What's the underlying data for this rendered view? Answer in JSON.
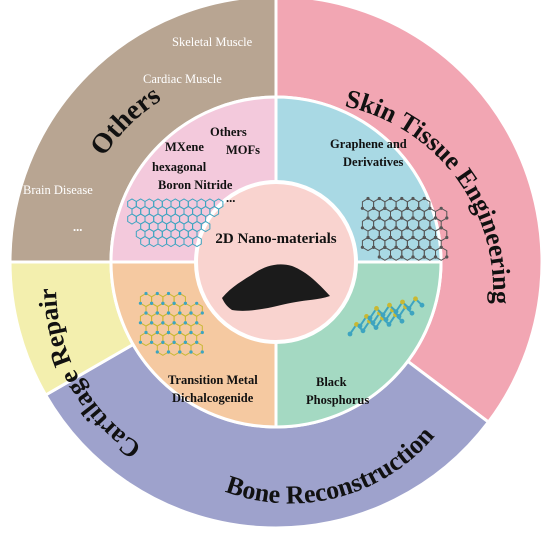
{
  "center": {
    "title": "2D Nano-materials"
  },
  "outer": {
    "skin": {
      "label": "Skin Tissue Engineering",
      "color": "#f2a6b3"
    },
    "bone": {
      "label": "Bone Reconstruction",
      "color": "#9ea2cc"
    },
    "cartilage": {
      "label": "Cartilage Repair",
      "color": "#f3efae"
    },
    "others": {
      "label": "Others",
      "color": "#b8a592",
      "items": [
        "Skeletal Muscle",
        "Cardiac Muscle",
        "Brain Disease",
        "..."
      ]
    }
  },
  "inner": {
    "graphene": {
      "line1": "Graphene and",
      "line2": "Derivatives",
      "color": "#a9d9e4"
    },
    "phosphorus": {
      "line1": "Black",
      "line2": "Phosphorus",
      "color": "#a4d9c2"
    },
    "tmd": {
      "line1": "Transition Metal",
      "line2": "Dichalcogenide",
      "color": "#f5c9a1"
    },
    "others": {
      "title": "Others",
      "mxene": "MXene",
      "mofs": "MOFs",
      "bn_line1": "hexagonal",
      "bn_line2": "Boron Nitride",
      "ellipsis": "..."
    }
  },
  "colors": {
    "inner_others": "#f3c9dc",
    "center": "#f9d3cf",
    "nanosheet": "#1b1b1b",
    "lattice_blue": "#3da4c0",
    "lattice_yellow": "#c9b832",
    "lattice_grey": "#555555"
  }
}
